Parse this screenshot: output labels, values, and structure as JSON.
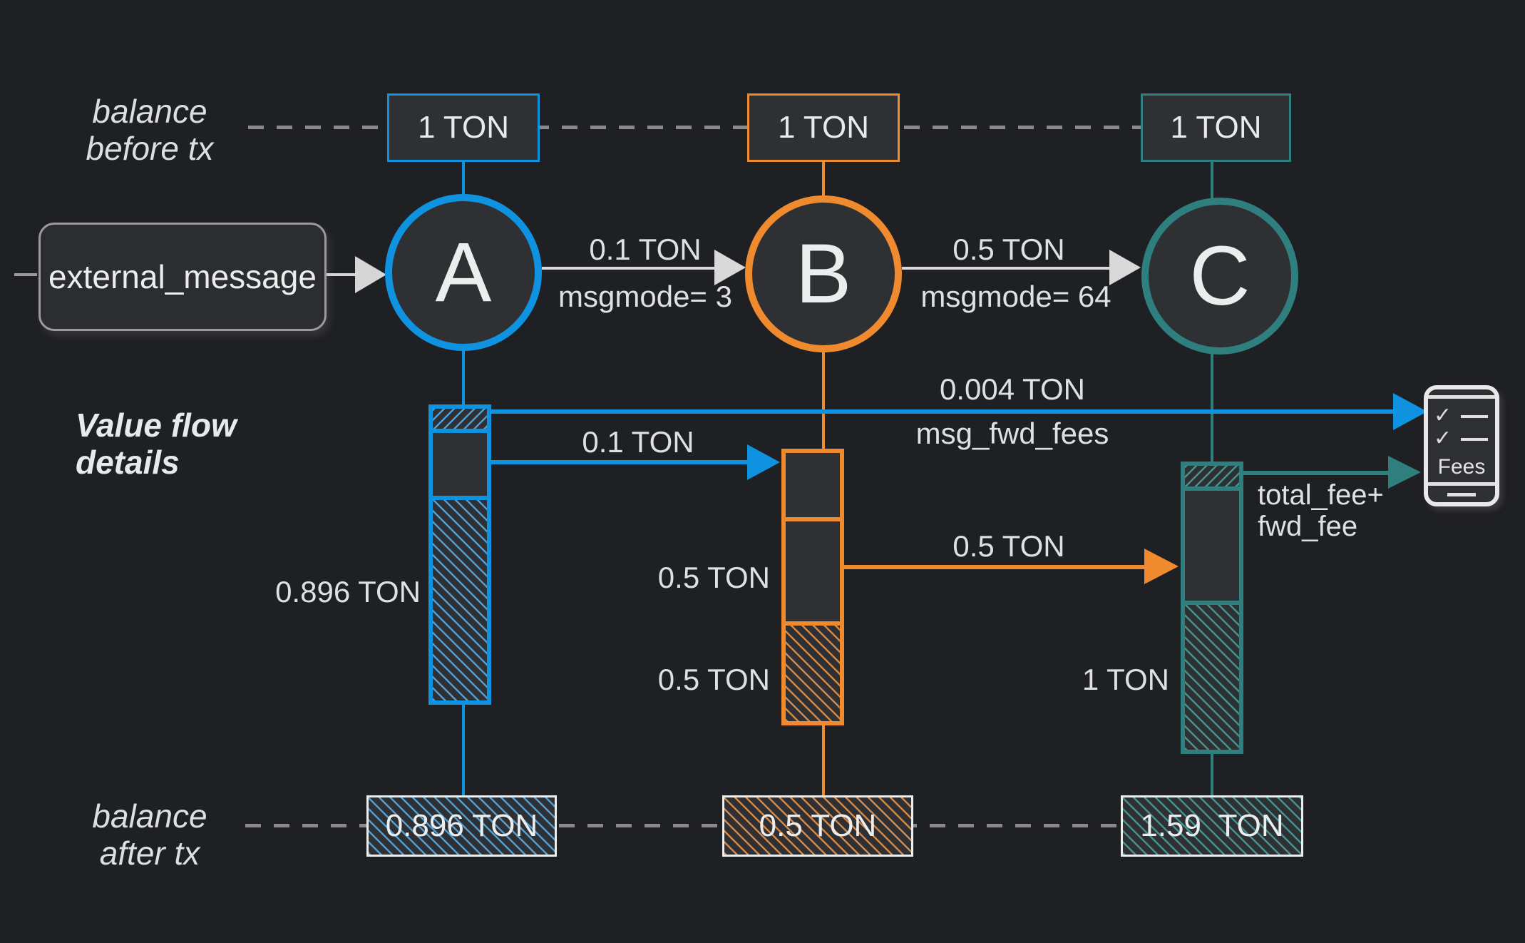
{
  "labels": {
    "balance_before": [
      "balance",
      "before tx"
    ],
    "balance_after": [
      "balance",
      "after tx"
    ],
    "value_flow_title": [
      "Value flow",
      "details"
    ]
  },
  "external_message": {
    "label": "external_message"
  },
  "accounts": [
    {
      "letter": "A",
      "balance_before": "1 TON",
      "balance_after": "0.896 TON"
    },
    {
      "letter": "B",
      "balance_before": "1 TON",
      "balance_after": "0.5 TON"
    },
    {
      "letter": "C",
      "balance_before": "1 TON",
      "balance_after": "1.59  TON"
    }
  ],
  "messages": [
    {
      "amount": "0.1 TON",
      "mode": "msgmode= 3"
    },
    {
      "amount": "0.5 TON",
      "mode": "msgmode= 64"
    }
  ],
  "value_flow": {
    "msg_fwd_fee": {
      "amount": "0.004 TON",
      "label": "msg_fwd_fees"
    },
    "transfer_a_to_b": {
      "amount": "0.1 TON"
    },
    "transfer_b_to_c": {
      "amount": "0.5 TON"
    },
    "total_fee": {
      "line1": "total_fee+",
      "line2": "fwd_fee"
    },
    "a_remaining": "0.896 TON",
    "b_sent": "0.5 TON",
    "b_remaining": "0.5 TON",
    "c_remaining": "1 TON",
    "fees_icon": {
      "label": "Fees"
    }
  },
  "colors": {
    "blue": "#0f93e0",
    "orange": "#f08a2e",
    "teal": "#2e7f7d",
    "background": "#1f2024",
    "node_fill": "#2e3034",
    "text": "#e4e5e7",
    "dashed_line": "#8a8a8a",
    "arrow_white": "#d9d9d9"
  }
}
